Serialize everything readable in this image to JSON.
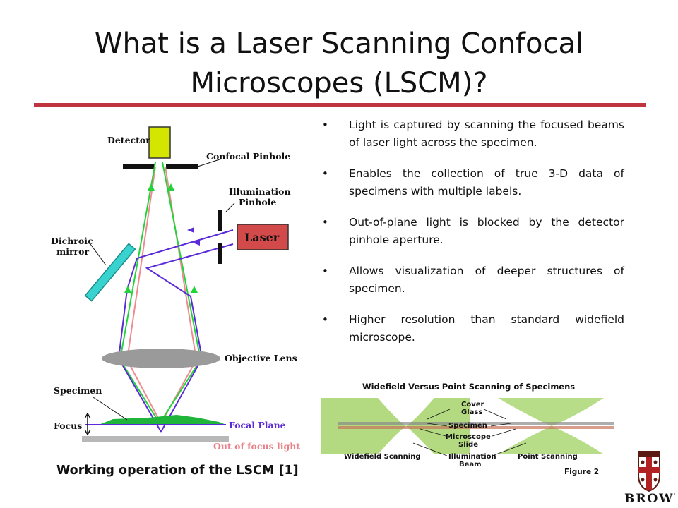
{
  "title_line1": "What is a Laser Scanning Confocal",
  "title_line2": "Microscopes (LSCM)?",
  "bullets": [
    "Light is captured by scanning the focused beams of laser light across the specimen.",
    "Enables the collection of true 3-D data of specimens with multiple labels.",
    "Out-of-plane light is blocked by the detector pinhole aperture.",
    "Allows visualization of deeper structures of specimen.",
    "Higher resolution than standard widefield microscope."
  ],
  "diagram": {
    "detector": "Detector",
    "confocal_pinhole": "Confocal Pinhole",
    "illumination": "Illumination",
    "pinhole": "Pinhole",
    "laser": "Laser",
    "dichroic": "Dichroic",
    "mirror": "mirror",
    "objective_lens": "Objective Lens",
    "specimen": "Specimen",
    "focus": "Focus",
    "focal_plane": "Focal Plane",
    "out_of_focus": "Out of focus light"
  },
  "caption": "Working operation of the LSCM [1]",
  "widefield_figure": {
    "title": "Widefield Versus Point Scanning of Specimens",
    "cover": "Cover",
    "glass": "Glass",
    "specimen": "Specimen",
    "microscope": "Microscope",
    "slide": "Slide",
    "widefield_scanning": "Widefield Scanning",
    "illumination": "Illumination",
    "beam": "Beam",
    "point_scanning": "Point Scanning",
    "figure": "Figure 2"
  },
  "logo_text": "BROWN",
  "colors": {
    "rule": "#c0343f",
    "laser_box": "#d24a4a",
    "detector": "#d4e600",
    "green_ray": "#22d43a",
    "purple_ray": "#5a2bd6",
    "pink_ray": "#f08a90",
    "mirror": "#39d3cf"
  }
}
